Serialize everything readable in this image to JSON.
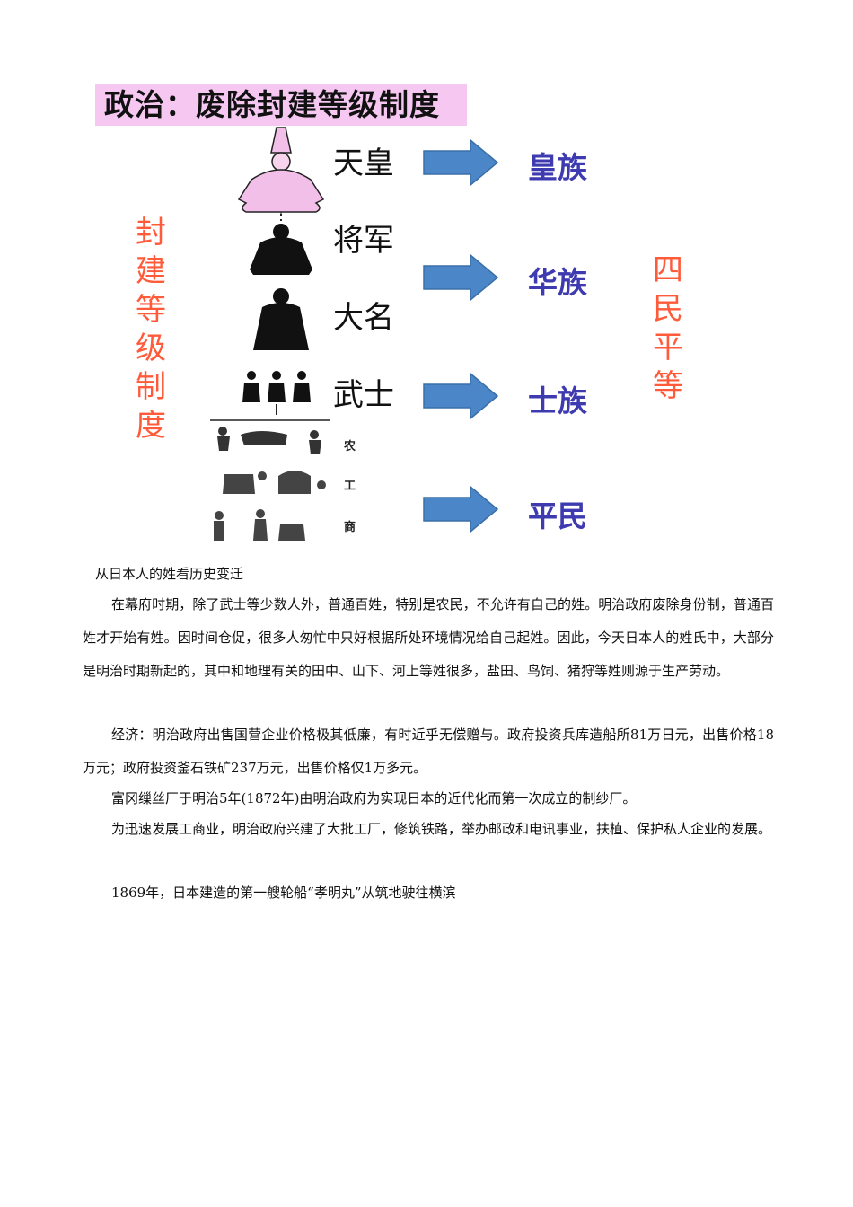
{
  "diagram": {
    "title": "政治：废除封建等级制度",
    "left_label": "封建等级制度",
    "right_label": "四民平等",
    "ranks": [
      "天皇",
      "将军",
      "大名",
      "武士"
    ],
    "commoner_labels": [
      "农",
      "工",
      "商"
    ],
    "new_classes": [
      "皇族",
      "华族",
      "士族",
      "平民"
    ],
    "colors": {
      "banner": "#f5c7f1",
      "arrow": "#4a86c8",
      "new_class": "#3e3bb0",
      "vertical": "#ff5a3a"
    }
  },
  "text": {
    "caption": "从日本人的姓看历史变迁",
    "p1": "在幕府时期，除了武士等少数人外，普通百姓，特别是农民，不允许有自己的姓。明治政府废除身份制，普通百姓才开始有姓。因时间仓促，很多人匆忙中只好根据所处环境情况给自己起姓。因此，今天日本人的姓氏中，大部分是明治时期新起的，其中和地理有关的田中、山下、河上等姓很多，盐田、鸟饲、猪狩等姓则源于生产劳动。",
    "p2": "经济：明治政府出售国营企业价格极其低廉，有时近乎无偿赠与。政府投资兵库造船所81万日元，出售价格18万元；政府投资釜石铁矿237万元，出售价格仅1万多元。",
    "p3": "富冈缫丝厂于明治5年(1872年)由明治政府为实现日本的近代化而第一次成立的制纱厂。",
    "p4": "为迅速发展工商业，明治政府兴建了大批工厂，修筑铁路，举办邮政和电讯事业，扶植、保护私人企业的发展。",
    "p5": "1869年，日本建造的第一艘轮船“孝明丸”从筑地驶往横滨"
  }
}
